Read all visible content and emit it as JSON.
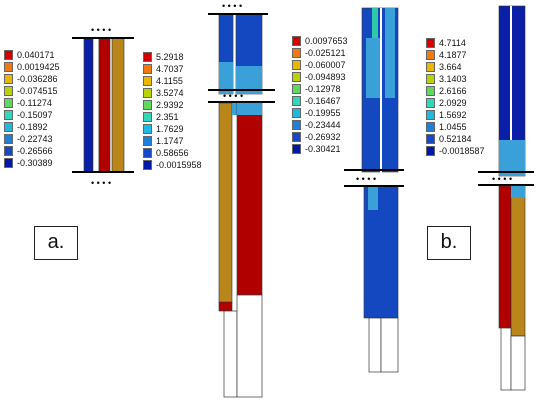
{
  "legend_a1": {
    "values": [
      "0.040171",
      "0.0019425",
      "-0.036286",
      "-0.074515",
      "-0.11274",
      "-0.15097",
      "-0.1892",
      "-0.22743",
      "-0.26566",
      "-0.30389"
    ],
    "colors": [
      "#d40000",
      "#f07a10",
      "#e8b800",
      "#b8d400",
      "#60d860",
      "#30d8b8",
      "#20b8e0",
      "#2080d8",
      "#1848c8",
      "#0018a8"
    ]
  },
  "legend_a2": {
    "values": [
      "5.2918",
      "4.7037",
      "4.1155",
      "3.5274",
      "2.9392",
      "2.351",
      "1.7629",
      "1.1747",
      "0.58656",
      "-0.0015958"
    ],
    "colors": [
      "#d40000",
      "#f07a10",
      "#e8b800",
      "#b8d400",
      "#60d860",
      "#30d8b8",
      "#20b8e0",
      "#2080d8",
      "#1848c8",
      "#0018a8"
    ]
  },
  "legend_b1": {
    "values": [
      "0.0097653",
      "-0.025121",
      "-0.060007",
      "-0.094893",
      "-0.12978",
      "-0.16467",
      "-0.19955",
      "-0.23444",
      "-0.26932",
      "-0.30421"
    ],
    "colors": [
      "#d40000",
      "#f07a10",
      "#e8b800",
      "#b8d400",
      "#60d860",
      "#30d8b8",
      "#20b8e0",
      "#2080d8",
      "#1848c8",
      "#0018a8"
    ]
  },
  "legend_b2": {
    "values": [
      "4.7114",
      "4.1877",
      "3.664",
      "3.1403",
      "2.6166",
      "2.0929",
      "1.5692",
      "1.0455",
      "0.52184",
      "-0.0018587"
    ],
    "colors": [
      "#d40000",
      "#f07a10",
      "#e8b800",
      "#b8d400",
      "#60d860",
      "#30d8b8",
      "#20b8e0",
      "#2080d8",
      "#1848c8",
      "#0018a8"
    ]
  },
  "labels": {
    "a": "a.",
    "b": "b."
  },
  "break_marks": "• • • •",
  "colors": {
    "blue": "#0a1ea8",
    "mid_blue": "#1448c0",
    "light_blue": "#3aa0d8",
    "red": "#b00000",
    "bronze": "#b8861a",
    "teal": "#30c8a8"
  }
}
